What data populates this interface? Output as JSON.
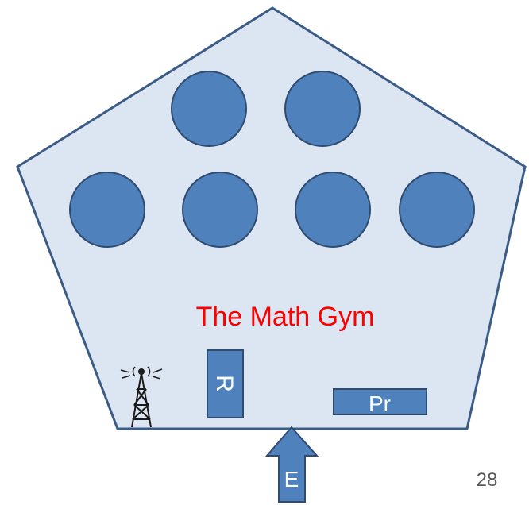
{
  "diagram": {
    "title": "The Math Gym",
    "page_number": "28",
    "labels": {
      "r_box": "R",
      "pr_box": "Pr",
      "entrance": "E"
    },
    "icons": {
      "tower": "radio-tower-icon"
    },
    "seat_count": 6,
    "colors": {
      "building_fill": "#dce6f2",
      "building_stroke": "#3b5c87",
      "seat_fill": "#4f81bd",
      "seat_stroke": "#2f4b70",
      "title": "#ff0000",
      "box_text": "#ffffff",
      "page_number": "#595959"
    }
  }
}
